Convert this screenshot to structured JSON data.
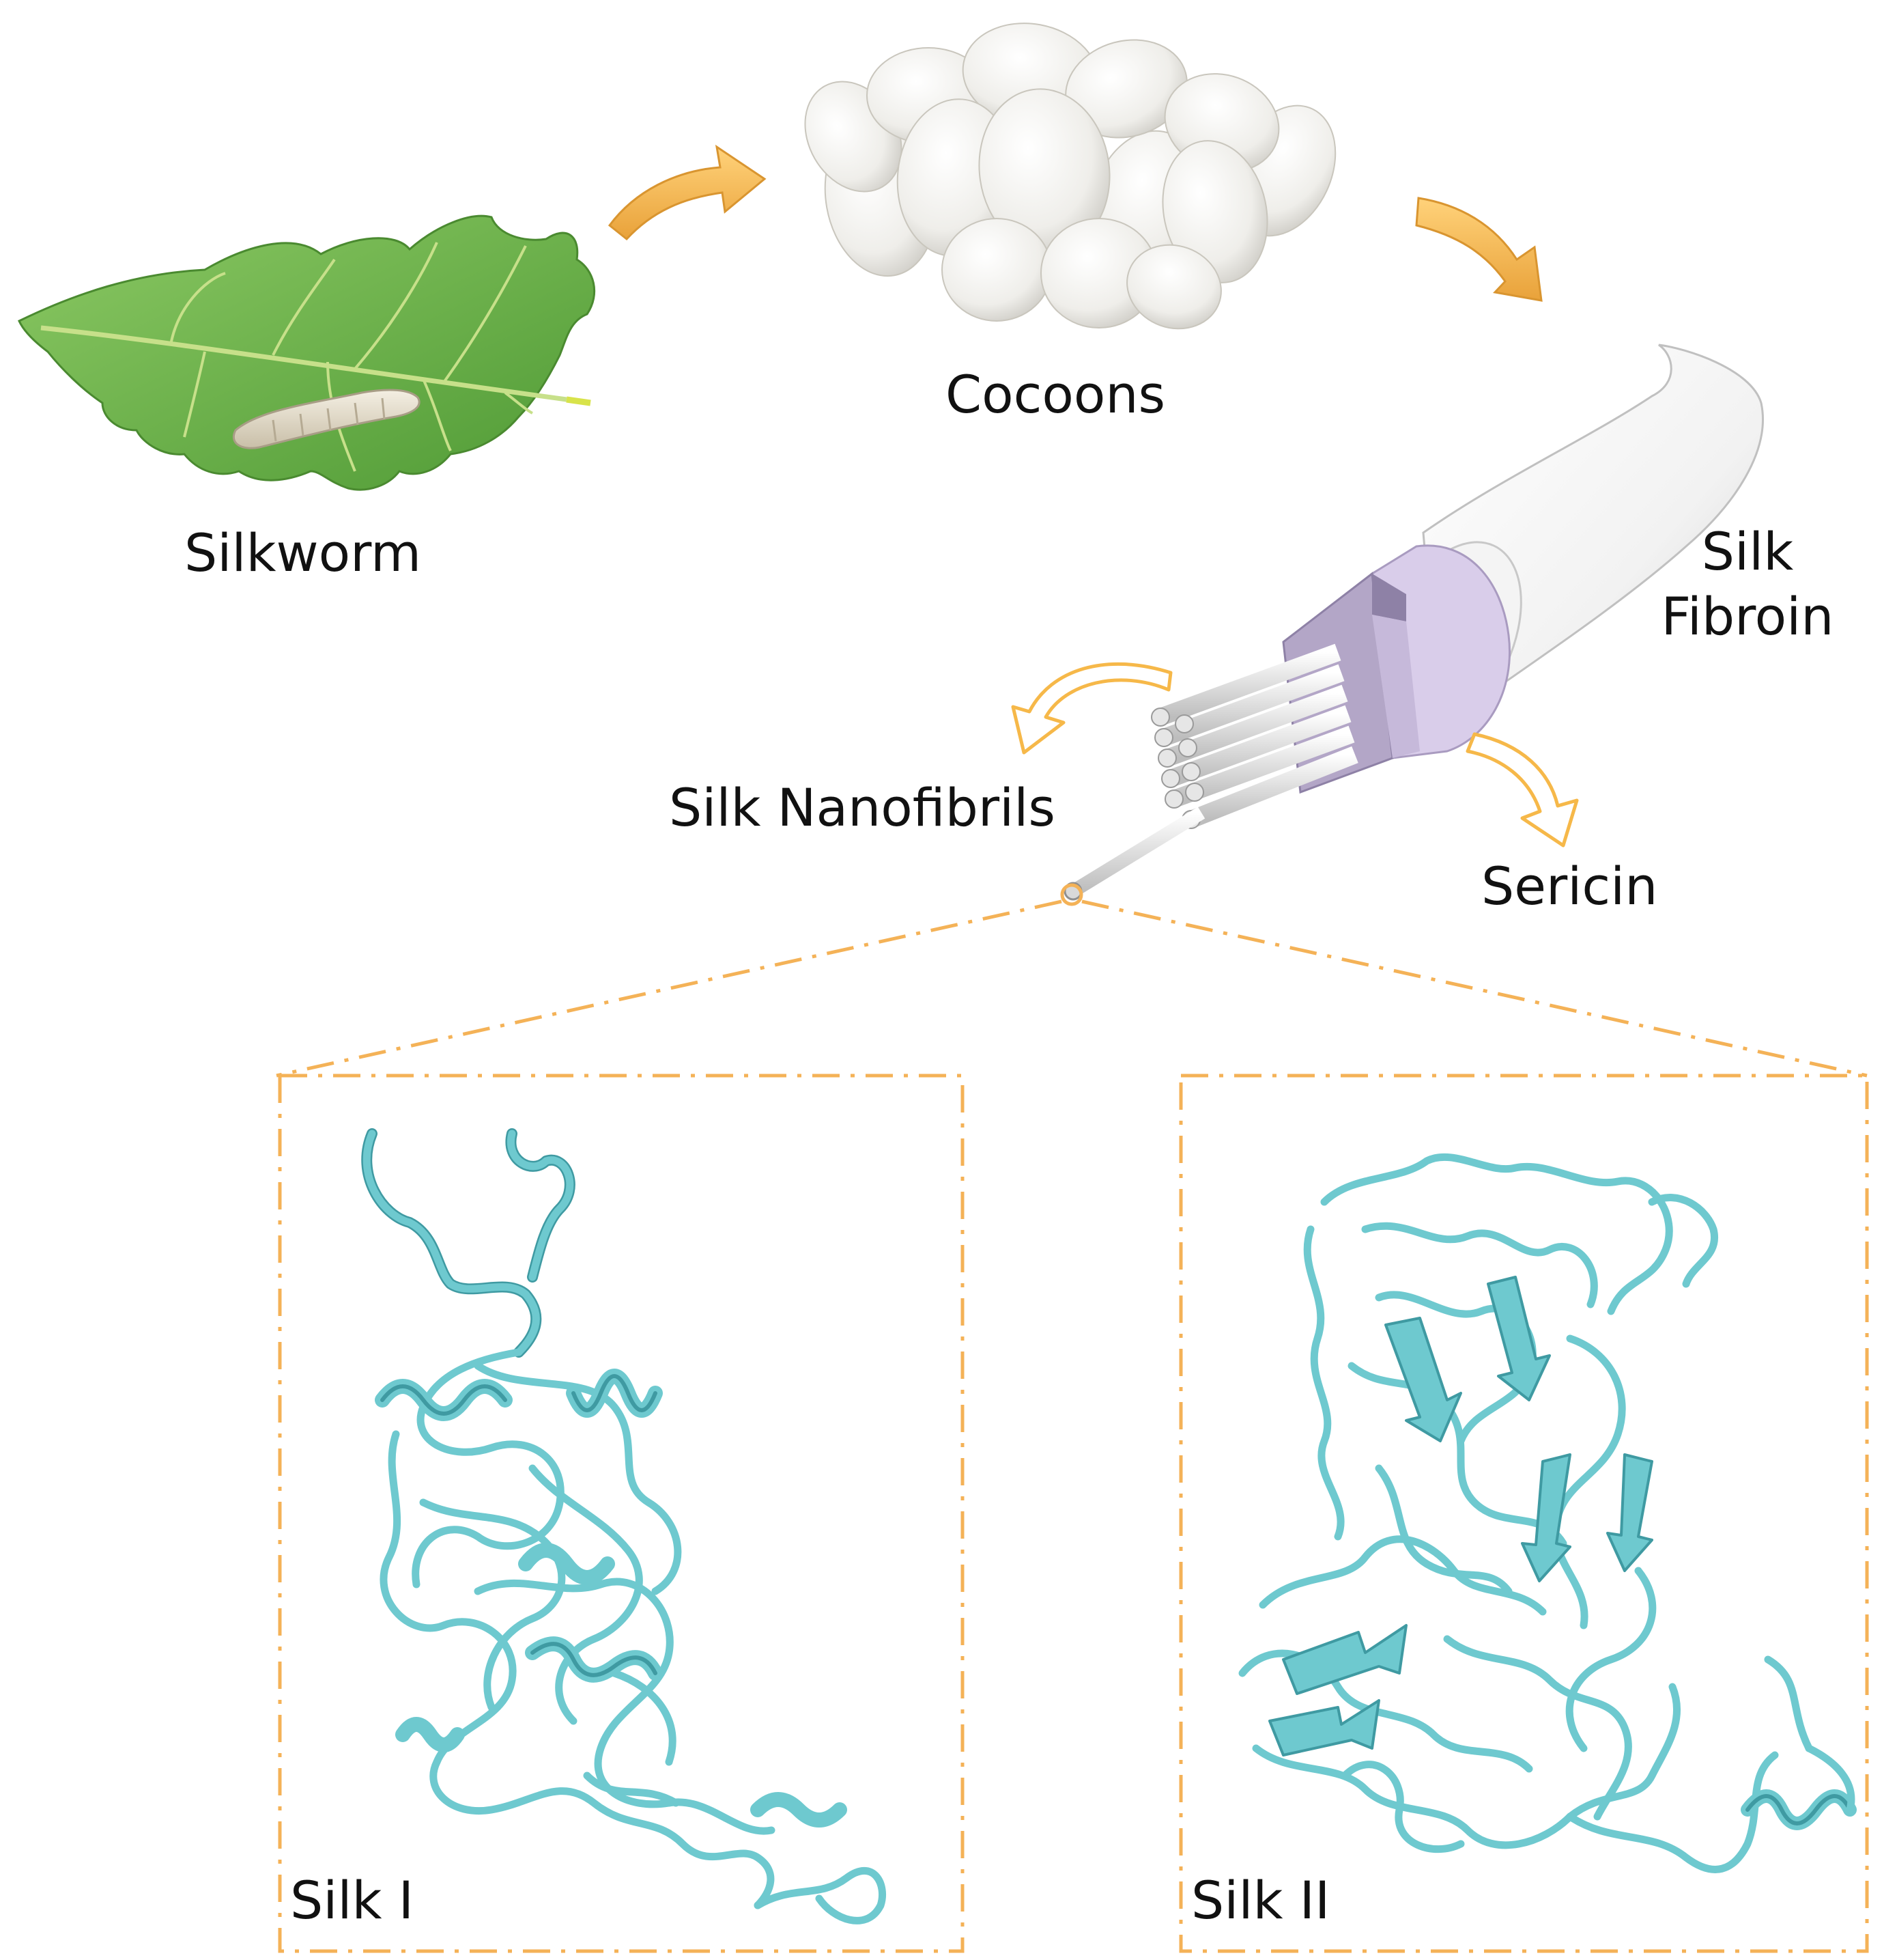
{
  "labels": {
    "silkworm": "Silkworm",
    "cocoons": "Cocoons",
    "silk_fibroin_line1": "Silk",
    "silk_fibroin_line2": "Fibroin",
    "silk_nanofibrils": "Silk Nanofibrils",
    "sericin": "Sericin",
    "silk_i": "Silk I",
    "silk_ii": "Silk II"
  },
  "colors": {
    "arrow_gold": "#f6b849",
    "dash_orange": "#f4b257",
    "leaf_green": "#72b94b",
    "leaf_vein": "#c7e08a",
    "protein_teal": "#6ec9cf",
    "protein_teal_dark": "#3f9aa2",
    "sericin_lavender": "#d9cdea",
    "sericin_shadow": "#a99bc0",
    "fiber_white": "#ffffff",
    "cocoon_white": "#f2f1ee"
  },
  "icons": [
    "leaf-with-silkworm",
    "cocoon-pile",
    "silk-fiber-cross-section",
    "protein-ribbon-structure"
  ]
}
